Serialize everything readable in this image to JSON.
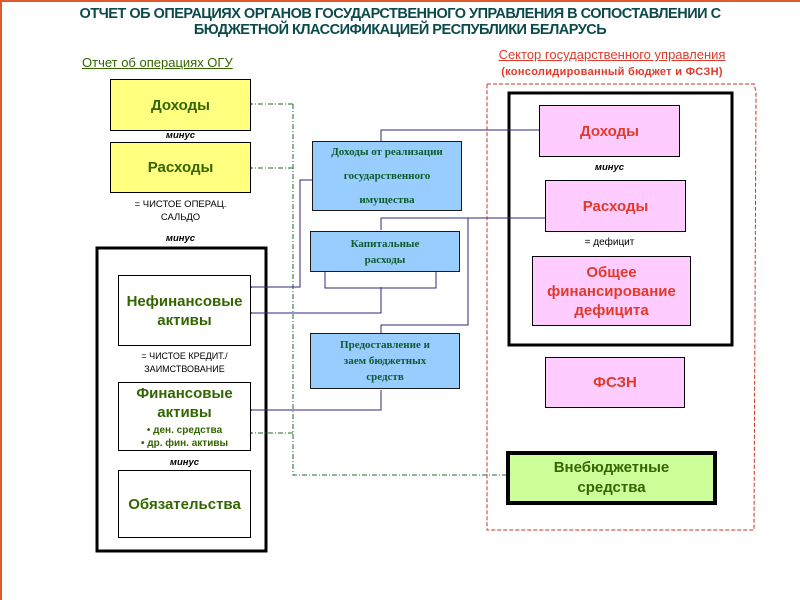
{
  "title": {
    "line1": "ОТЧЕТ ОБ ОПЕРАЦИЯХ ОРГАНОВ ГОСУДАРСТВЕННОГО УПРАВЛЕНИЯ В СОПОСТАВЛЕНИИ С",
    "line2": "БЮДЖЕТНОЙ КЛАССИФИКАЦИЕЙ РЕСПУБЛИКИ БЕЛАРУСЬ"
  },
  "ogu": {
    "heading": "Отчет об операциях ОГУ",
    "revenue": "Доходы",
    "minus1": "минус",
    "expenses": "Расходы",
    "net_operating_line1": "=  ЧИСТОЕ ОПЕРАЦ.",
    "net_operating_line2": "САЛЬДО",
    "minus2": "минус",
    "nonfinancial_line1": "Нефинансовые",
    "nonfinancial_line2": "активы",
    "net_lending_line1": "= ЧИСТОЕ КРЕДИТ./",
    "net_lending_line2": "ЗАИМСТВОВАНИЕ",
    "financial_line1": "Финансовые",
    "financial_line2": "активы",
    "financial_bullet1": "•  ден. средства",
    "financial_bullet2": "•  др. фин. активы",
    "minus3": "минус",
    "liabilities": "Обязательства"
  },
  "middle": {
    "property_sales_line1": "Доходы от реализации",
    "property_sales_line2": "государственного",
    "property_sales_line3": "имущества",
    "capital_line1": "Капитальные",
    "capital_line2": "расходы",
    "lending_line1": "Предоставление и",
    "lending_line2": "заем бюджетных",
    "lending_line3": "средств"
  },
  "sector": {
    "heading": "Сектор государственного управления",
    "subheading": "(консолидированный бюджет и ФСЗН)",
    "revenue": "Доходы",
    "minus": "минус",
    "expenses": "Расходы",
    "deficit": "= дефицит",
    "financing_line1": "Общее",
    "financing_line2": "финансирование",
    "financing_line3": "дефицита",
    "fszn": "ФСЗН",
    "extrabudget_line1": "Внебюджетные",
    "extrabudget_line2": "средства"
  },
  "colors": {
    "title": "#0b4a4a",
    "ogu_text": "#336600",
    "sector_text": "#e03a2a",
    "yellow_fill": "#ffff80",
    "blue_fill": "#99ccff",
    "pink_fill": "#ffccff",
    "green_fill": "#ccff99",
    "solid_connector": "#2e2a7a",
    "dashed_connector": "#1f6b2a",
    "sector_border": "#cc3322"
  }
}
